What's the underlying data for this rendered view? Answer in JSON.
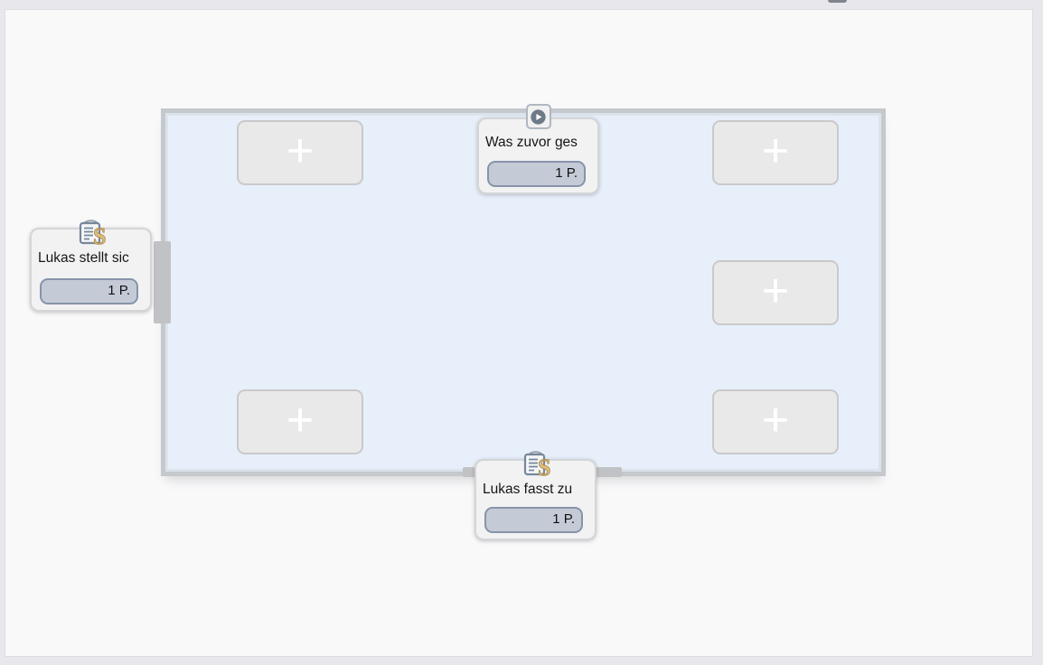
{
  "canvas": {
    "placeholder_label": "+",
    "placeholder_count": 5
  },
  "cards": {
    "video": {
      "title": "Was zuvor ges",
      "points": "1 P.",
      "icon": "play-circle-icon"
    },
    "left": {
      "title": "Lukas stellt sic",
      "points": "1 P.",
      "icon": "scorm-document-s-icon"
    },
    "bottom": {
      "title": "Lukas fasst zu",
      "points": "1 P.",
      "icon": "scorm-document-s-icon"
    }
  },
  "colors": {
    "page_background": "#e8e8ec",
    "panel_background": "#f9f9fa",
    "canvas_fill": "#e7effa",
    "canvas_border": "#c5c8cc",
    "tile_fill": "#e9e9ea",
    "tile_border": "#c9c9cb",
    "card_fill": "#f2f2f3",
    "card_border": "#d4d5d7",
    "badge_fill": "#c4cbd7",
    "badge_border": "#8694a9",
    "play_circle": "#6f7a88",
    "scorm_s_gold": "#debd7e"
  }
}
